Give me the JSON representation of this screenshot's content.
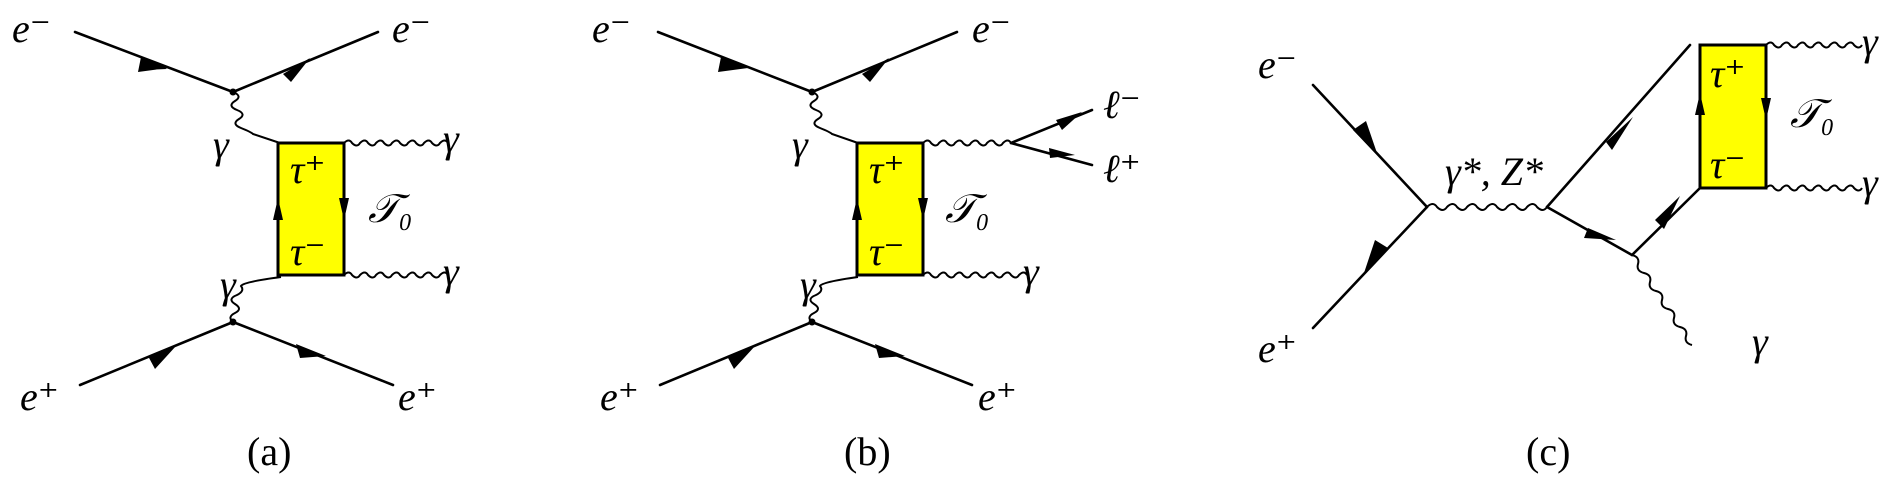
{
  "colors": {
    "loop_fill": "#ffff00",
    "line": "#000000"
  },
  "diagrams": [
    {
      "caption": "(a)",
      "labels": {
        "e_minus_in": "e⁻",
        "e_minus_out": "e⁻",
        "e_plus_in": "e⁺",
        "e_plus_out": "e⁺",
        "gamma_top": "γ",
        "gamma_bot": "γ",
        "out_top": "γ",
        "out_bot": "γ",
        "tau_plus": "τ⁺",
        "tau_minus": "τ⁻",
        "T0": "𝒯₀"
      }
    },
    {
      "caption": "(b)",
      "labels": {
        "e_minus_in": "e⁻",
        "e_minus_out": "e⁻",
        "e_plus_in": "e⁺",
        "e_plus_out": "e⁺",
        "gamma_top": "γ",
        "gamma_bot": "γ",
        "lepton_minus": "ℓ⁻",
        "lepton_plus": "ℓ⁺",
        "out_bot": "γ",
        "tau_plus": "τ⁺",
        "tau_minus": "τ⁻",
        "T0": "𝒯₀"
      }
    },
    {
      "caption": "(c)",
      "labels": {
        "e_minus": "e⁻",
        "e_plus": "e⁺",
        "propagator": "γ*, Z*",
        "gamma_rad": "γ",
        "out_top": "γ",
        "out_bot": "γ",
        "tau_plus": "τ⁺",
        "tau_minus": "τ⁻",
        "T0": "𝒯₀"
      }
    }
  ]
}
